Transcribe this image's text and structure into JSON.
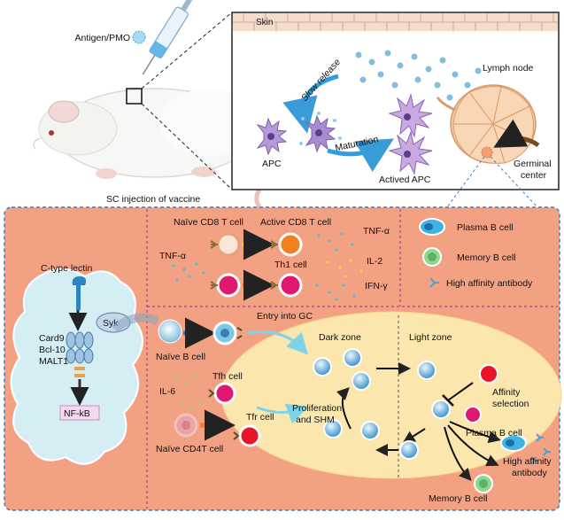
{
  "top": {
    "injection": {
      "antigen_label": "Antigen/PMO",
      "caption": "SC injection of vaccine"
    },
    "inset": {
      "skin": "Skin",
      "lymph_node": "Lymph node",
      "slow_release": "Slow release",
      "apc": "APC",
      "maturation": "Maturation",
      "activated_apc": "Actived APC",
      "germinal_center_line1": "Germinal",
      "germinal_center_line2": "center"
    }
  },
  "bottom": {
    "apc_signaling": {
      "receptor": "C-type lectin",
      "kinase": "Syk",
      "adapters": [
        "Card9",
        "Bcl-10",
        "MALT1"
      ],
      "nfkb": "NF-kB"
    },
    "t_cells": {
      "naive_cd8": "Naïve CD8 T cell",
      "active_cd8": "Active CD8 T cell",
      "tnf_left": "TNF-α",
      "th1": "Th1 cell",
      "cytokines": [
        "TNF-α",
        "IL-2",
        "IFN-γ"
      ]
    },
    "legend": {
      "plasma": "Plasma B cell",
      "memory": "Memory B cell",
      "antibody": "High affinity antibody"
    },
    "gc": {
      "entry": "Entry into GC",
      "naive_b": "Naïve B cell",
      "tfh": "Tfh cell",
      "il6": "IL-6",
      "tfr": "Tfr cell",
      "naive_cd4": "Naïve CD4T cell",
      "dark_zone": "Dark zone",
      "light_zone": "Light zone",
      "prolif_line1": "Proliferation",
      "prolif_line2": "and SHM",
      "affinity_line1": "Affinity",
      "affinity_line2": "selection",
      "plasma_out": "Plasma B cell",
      "antibody_line1": "High affinity",
      "antibody_line2": "antibody",
      "memory_out": "Memory B cell"
    }
  },
  "colors": {
    "panel_bg": "#F2A183",
    "panel_border": "#3A7FC0",
    "gc_zone": "#FBE6AE",
    "apc_cell": "#D5EEF4",
    "plasma_b": "#3FB4E2",
    "memory_b": "#8FD690",
    "th1": "#E0186F",
    "tfr": "#E8142C",
    "active_cd8": "#F08020",
    "skin": "#F1D6C2",
    "lymph": "#F6C89F",
    "apc_purple": "#9C82C8"
  }
}
